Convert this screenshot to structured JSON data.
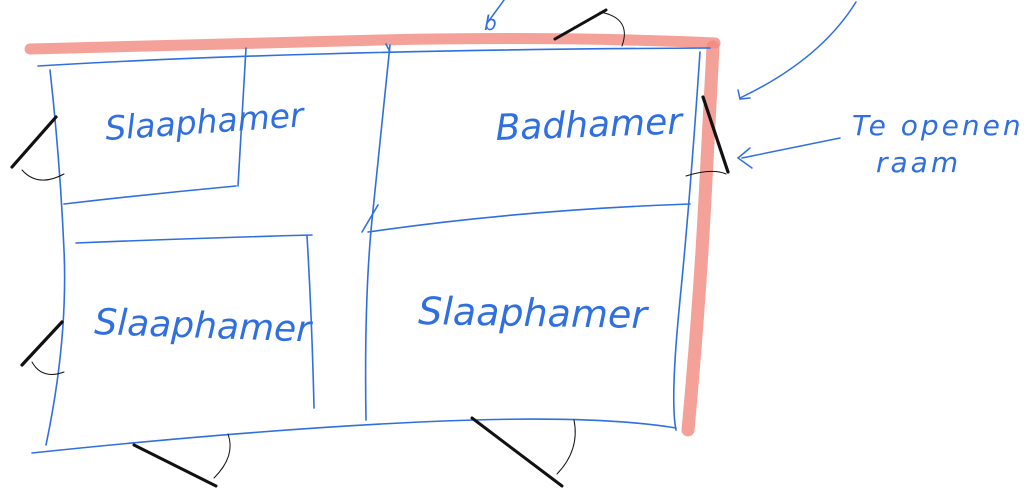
{
  "colors": {
    "ink": "#2f6fe0",
    "highlight": "#f08a80",
    "marker": "#111111",
    "background": "#ffffff"
  },
  "rooms": [
    {
      "id": "bedroom-top-left",
      "label": "Slaaphamer"
    },
    {
      "id": "bathroom",
      "label": "Badhamer"
    },
    {
      "id": "bedroom-bottom-left",
      "label": "Slaaphamer"
    },
    {
      "id": "bedroom-bottom-right",
      "label": "Slaaphamer"
    }
  ],
  "annotation": {
    "line1": "Te openen",
    "line2": "raam"
  },
  "top_mark": "b"
}
